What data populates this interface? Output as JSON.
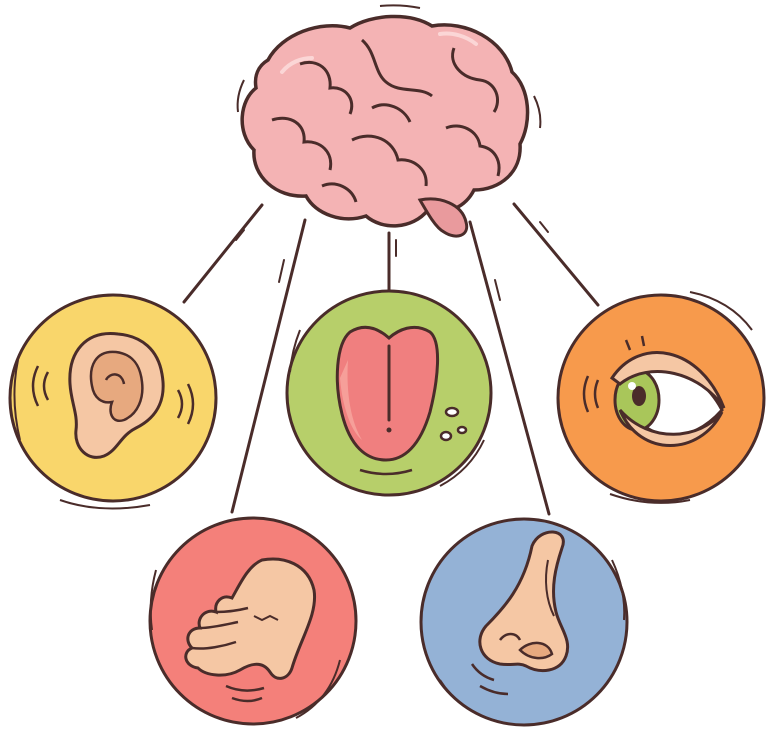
{
  "colors": {
    "outline": "#4a2c2a",
    "skin": "#f5c7a4",
    "skin_shadow": "#e7a97f",
    "brain": "#f4b3b4",
    "brain_shadow": "#e99a9d",
    "tongue": "#f07f7f",
    "tongue_light": "#f8a8a0",
    "iris": "#a9c65a",
    "eye_white": "#ffffff",
    "droplet": "#ffffff"
  },
  "senses": [
    {
      "id": "hearing",
      "organ": "ear-icon",
      "circle_color": "#f9d66b"
    },
    {
      "id": "taste",
      "organ": "tongue-icon",
      "circle_color": "#b7cf6a"
    },
    {
      "id": "sight",
      "organ": "eye-icon",
      "circle_color": "#f79a4c"
    },
    {
      "id": "touch",
      "organ": "hand-icon",
      "circle_color": "#f4807a"
    },
    {
      "id": "smell",
      "organ": "nose-icon",
      "circle_color": "#94b2d6"
    }
  ],
  "center": {
    "organ": "brain-icon"
  }
}
